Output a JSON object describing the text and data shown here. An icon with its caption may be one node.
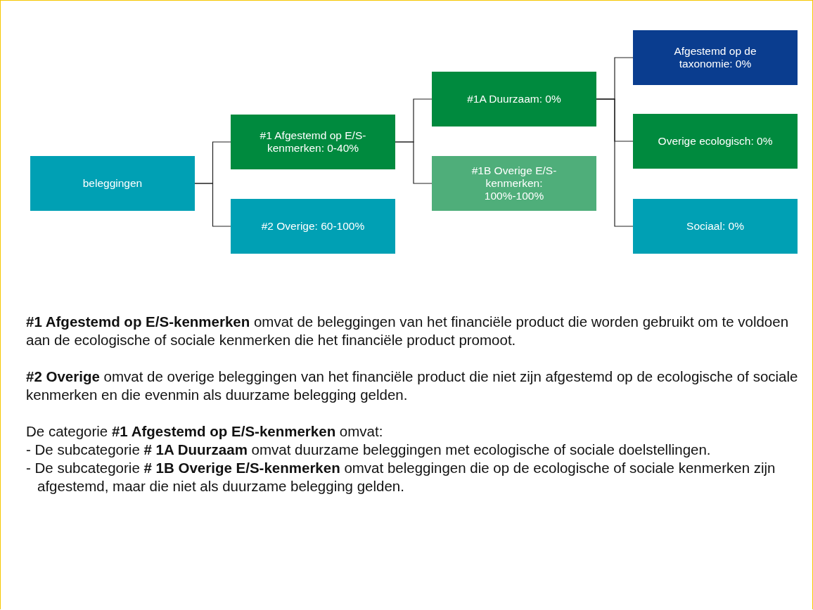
{
  "diagram": {
    "nodes": [
      {
        "text": [
          "beleggingen"
        ]
      },
      {
        "text": [
          "#1 Afgestemd op E/S-kenmerken: 0-40%"
        ]
      },
      {
        "text": [
          "#2 Overige: 60-100%"
        ]
      },
      {
        "text": [
          "#1A Duurzaam: 0%"
        ]
      },
      {
        "text": [
          "#1B Overige E/S-kenmerken: 100%-100%"
        ]
      },
      {
        "text": [
          "Afgestemd op de taxonomie: 0%"
        ]
      },
      {
        "text": [
          "Overige ecologisch: 0%"
        ]
      },
      {
        "text": [
          "Sociaal: 0%"
        ]
      }
    ],
    "edges": [
      {
        "from": 0,
        "to": 1,
        "arrow": "none"
      },
      {
        "from": 0,
        "to": 2,
        "arrow": "none"
      },
      {
        "from": 1,
        "to": 3,
        "arrow": "none"
      },
      {
        "from": 1,
        "to": 4,
        "arrow": "none"
      },
      {
        "from": 3,
        "to": 5,
        "arrow": "none"
      },
      {
        "from": 3,
        "to": 6,
        "arrow": "none"
      },
      {
        "from": 3,
        "to": 7,
        "arrow": "none"
      }
    ],
    "labels": [
      "**#1 Afgestemd op E/S-kenmerken** omvat de beleggingen van het financiële product die worden gebruikt om te voldoen aan de ecologische of sociale kenmerken die het financiële product promoot.",
      "**#2 Overige** omvat de overige beleggingen van het financiële product die niet zijn afgestemd op de ecologische of sociale kenmerken en die evenmin als duurzame belegging gelden.",
      "De categorie **#1 Afgestemd op E/S-kenmerken** omvat:",
      "- De subcategorie **# 1A Duurzaam** omvat duurzame beleggingen met ecologische of sociale doelstellingen.",
      "- De subcategorie **# 1B Overige E/S-kenmerken** omvat beleggingen die op de ecologische of sociale kenmerken zijn afgestemd, maar die niet als duurzame belegging gelden."
    ]
  }
}
